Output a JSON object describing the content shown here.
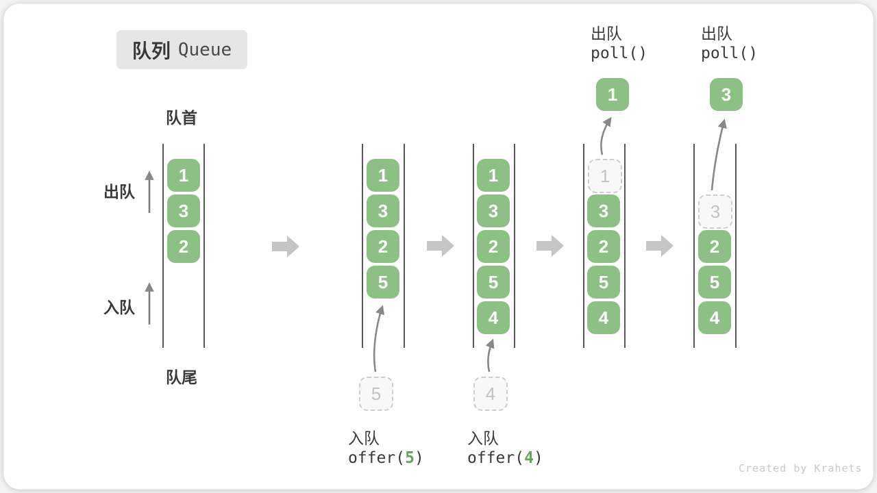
{
  "title": {
    "zh": "队列",
    "en": "Queue"
  },
  "labels": {
    "front": "队首",
    "rear": "队尾",
    "dequeue_side": "出队",
    "enqueue_side": "入队"
  },
  "states": [
    {
      "name": "initial",
      "items": [
        "1",
        "3",
        "2"
      ]
    },
    {
      "name": "after-offer-5",
      "items": [
        "1",
        "3",
        "2",
        "5"
      ],
      "incoming": "5"
    },
    {
      "name": "after-offer-4",
      "items": [
        "1",
        "3",
        "2",
        "5",
        "4"
      ],
      "incoming": "4"
    },
    {
      "name": "after-poll-1",
      "ghost": "1",
      "items": [
        "3",
        "2",
        "5",
        "4"
      ],
      "polled": "1"
    },
    {
      "name": "after-poll-3",
      "ghost": "3",
      "items": [
        "2",
        "5",
        "4"
      ],
      "polled": "3"
    }
  ],
  "operations": {
    "enqueue_5": {
      "label": "入队",
      "fn": "offer(",
      "arg": "5",
      "close": ")"
    },
    "enqueue_4": {
      "label": "入队",
      "fn": "offer(",
      "arg": "4",
      "close": ")"
    },
    "dequeue_1": {
      "label": "出队",
      "code": "poll()"
    },
    "dequeue_3": {
      "label": "出队",
      "code": "poll()"
    }
  },
  "watermark": "Created by Krahets",
  "colors": {
    "item_green": "#8cc084",
    "accent_green": "#67a457",
    "block_arrow_gray": "#c5c5c5",
    "thin_arrow_gray": "#888888",
    "wall_gray": "#565656",
    "ghost_border": "#cccccc",
    "ghost_text": "#c3c3c3",
    "title_bg": "#e6e6e6",
    "text_dark": "#3a3a3a",
    "watermark_gray": "#c9c9c9"
  }
}
